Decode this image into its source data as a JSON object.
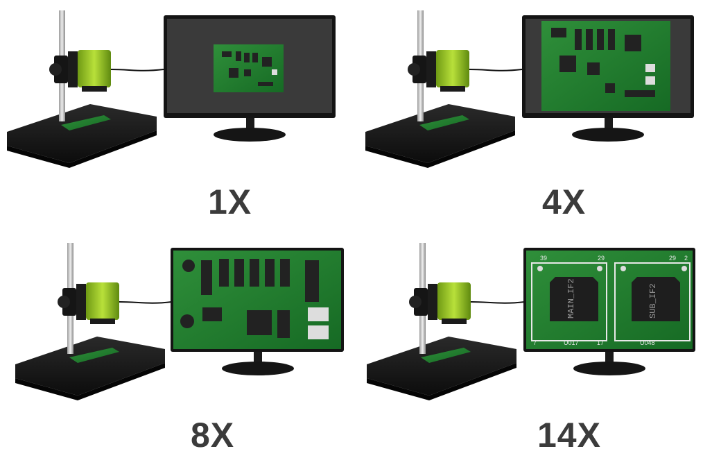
{
  "panels": [
    {
      "id": "1x",
      "label": "1X",
      "zoom": 1,
      "screen_content": "small-pcb"
    },
    {
      "id": "4x",
      "label": "4X",
      "zoom": 4,
      "screen_content": "full-pcb"
    },
    {
      "id": "8x",
      "label": "8X",
      "zoom": 8,
      "screen_content": "pcb-detail"
    },
    {
      "id": "14x",
      "label": "14X",
      "zoom": 14,
      "screen_content": "chips-closeup",
      "chip_labels": [
        "MAIN_IF2",
        "SUB_IF2"
      ],
      "pcb_markings": {
        "top_left": "39",
        "top_right": "29",
        "bottom_left": "U017",
        "bottom_right": "U048",
        "pin7": "7",
        "pin17": "17",
        "pin2": "2",
        "pin29": "29"
      }
    }
  ],
  "colors": {
    "pcb_green": "#1f7a2c",
    "camera_green": "#8fc21f",
    "monitor_black": "#141414",
    "screen_gray": "#3a3a3a",
    "label_gray": "#3b3b3b",
    "stand_black": "#1a1a1a"
  }
}
